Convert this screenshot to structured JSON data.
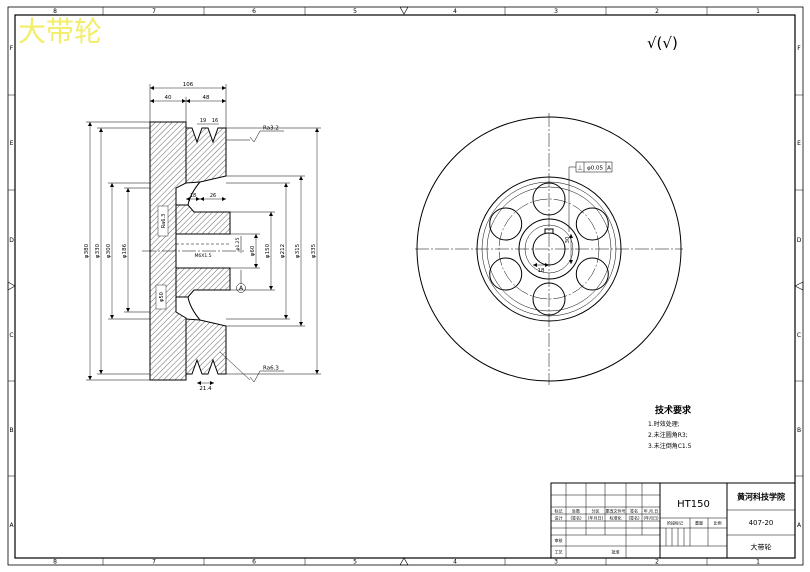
{
  "title": "大带轮",
  "roughness_note": "√(√)",
  "colors": {
    "title": "#f2ee6a",
    "line": "#000000"
  },
  "frame": {
    "columns": [
      "8",
      "7",
      "6",
      "5",
      "4",
      "3",
      "2",
      "1"
    ],
    "rows": [
      "F",
      "E",
      "D",
      "C",
      "B",
      "A"
    ]
  },
  "section_view": {
    "width_total": "106",
    "width_left": "40",
    "width_right": "48",
    "groove_a": "19",
    "groove_b": "16",
    "hub_a": "18",
    "hub_b": "26",
    "dia_left": [
      "φ380",
      "φ330",
      "φ300",
      "φ186"
    ],
    "dia_right": [
      "φ60",
      "φ150",
      "φ212",
      "φ315",
      "φ335"
    ],
    "dia_small": "φ1.25",
    "dia_plate": "φ50",
    "thread": "M6X1.5",
    "bottom_width": "21.4",
    "ra_top": "Ra3.2",
    "ra_bottom": "Ra6.3",
    "ra_hub": "Ra6.3",
    "datum": "A"
  },
  "front_view": {
    "tolerance_symbol": "⊥",
    "tolerance_value": "φ0.05",
    "tolerance_datum": "A",
    "dim_a": "30",
    "dim_b": "18"
  },
  "tech_requirements": {
    "heading": "技术要求",
    "items": [
      "1.时效处理;",
      "2.未注圆角R3;",
      "3.未注倒角C1.5"
    ]
  },
  "title_block": {
    "material": "HT150",
    "school": "黄河科技学院",
    "drawing_no": "407-20",
    "part_name": "大带轮",
    "row_header": [
      "标记",
      "处数",
      "分区",
      "更改文件号",
      "签名",
      "年.月.日"
    ],
    "row_design": [
      "设计",
      "(签名)",
      "(年月日)",
      "标准化",
      "(签名)",
      "(年月日)"
    ],
    "review": "审核",
    "process": "工艺",
    "approve": "批准",
    "stage_labels": [
      "阶段标记",
      "重量",
      "比例"
    ]
  }
}
